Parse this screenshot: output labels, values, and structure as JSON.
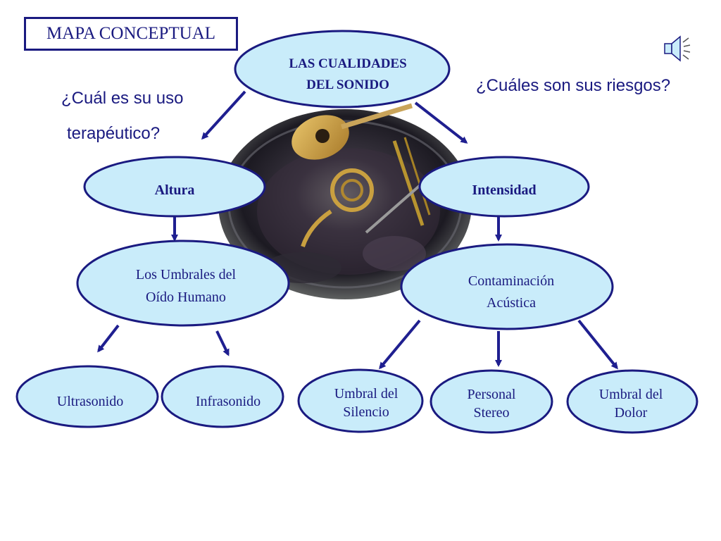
{
  "header": {
    "title": "MAPA CONCEPTUAL"
  },
  "questions": {
    "left_line1": "¿Cuál es su uso",
    "left_line2": "terapéutico?",
    "right": "¿Cuáles son sus riesgos?"
  },
  "icons": {
    "speaker": "speaker-icon"
  },
  "colors": {
    "stroke": "#1a1a80",
    "fill": "#c9ecfa",
    "text": "#1a1a80",
    "arrow": "#1f1f90"
  },
  "nodes": {
    "root": {
      "line1": "LAS CUALIDADES",
      "line2": "DEL SONIDO"
    },
    "altura": {
      "label": "Altura"
    },
    "intensidad": {
      "label": "Intensidad"
    },
    "umbrales": {
      "line1": "Los Umbrales del",
      "line2": "Oído Humano"
    },
    "contaminacion": {
      "line1": "Contaminación",
      "line2": "Acústica"
    },
    "ultrasonido": {
      "label": "Ultrasonido"
    },
    "infrasonido": {
      "label": "Infrasonido"
    },
    "silencio": {
      "line1": "Umbral del",
      "line2": "Silencio"
    },
    "stereo": {
      "line1": "Personal",
      "line2": "Stereo"
    },
    "dolor": {
      "line1": "Umbral del",
      "line2": "Dolor"
    }
  }
}
